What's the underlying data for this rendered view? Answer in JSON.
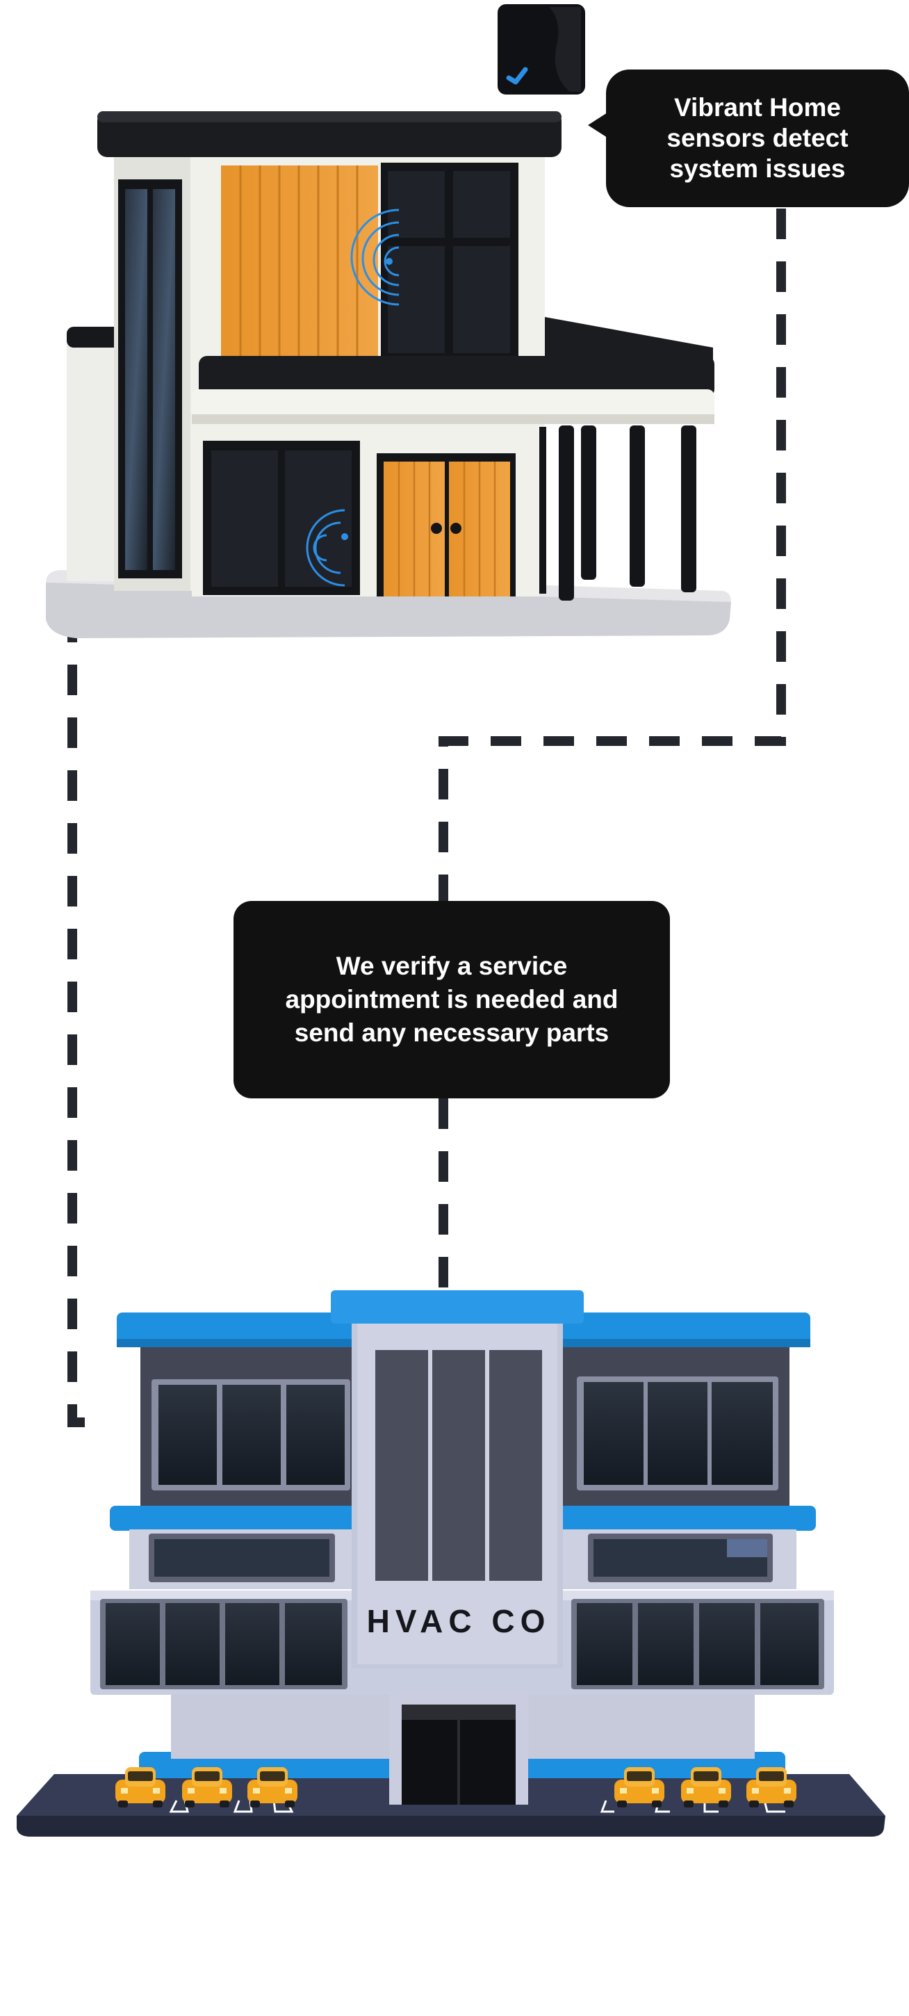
{
  "steps": [
    {
      "lines": [
        "Vibrant Home",
        "sensors detect",
        "system issues"
      ]
    },
    {
      "lines": [
        "We verify a service",
        "appointment is needed and",
        "send any necessary parts"
      ]
    }
  ],
  "hvac_building": {
    "sign": "HVAC CO"
  },
  "colors": {
    "connector": "#23262c",
    "bubble": "#111112",
    "house_wood": "#e9952e",
    "house_dark": "#16171a",
    "house_wall": "#eeeee6",
    "hvac_roof": "#1e90e0",
    "hvac_wall": "#c9cde0",
    "car": "#f2a51c",
    "sensor_accent": "#2c8fe6"
  },
  "icons": {
    "sensor_device": "sensor-device-icon",
    "signal_waves": "signal-wave-icon"
  }
}
